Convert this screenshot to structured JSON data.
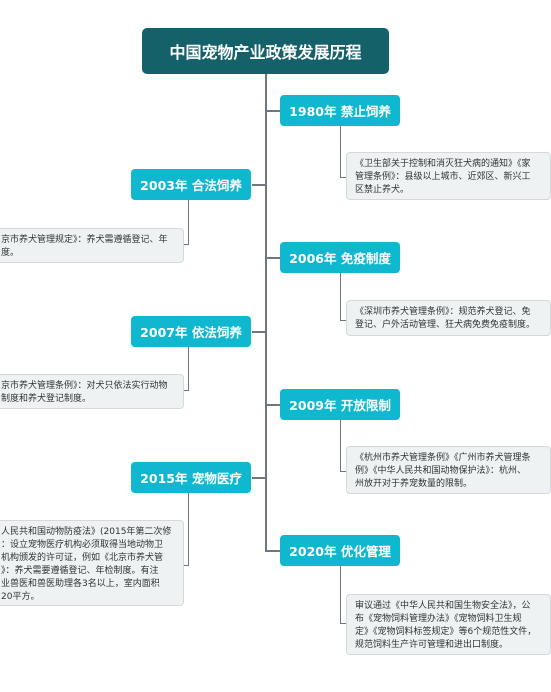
{
  "title": "中国宠物产业政策发展历程",
  "right_nodes": [
    {
      "label": "1980年  禁止饲养",
      "note": [
        "《卫生部关于控制和消灭狂犬病的通知》《家",
        "管理条例》：县级以上城市、近郊区、新兴工",
        "区禁止养犬。"
      ]
    },
    {
      "label": "2006年 免疫制度",
      "note": [
        "《深圳市养犬管理条例》：规范养犬登记、免",
        "登记、户外活动管理、狂犬病免费免疫制度。"
      ]
    },
    {
      "label": "2009年  开放限制",
      "note": [
        "《杭州市养犬管理条例》《广州市养犬管理条",
        "例》《中华人民共和国动物保护法》：杭州、",
        "州放开对于养宠数量的限制。"
      ]
    },
    {
      "label": "2020年  优化管理",
      "note": [
        "审议通过《中华人民共和国生物安全法》，公",
        "布《宠物饲料管理办法》《宠物饲料卫生规",
        "定》《宠物饲料标签规定》等6个规范性文件，",
        "规范饲料生产许可管理和进出口制度。"
      ]
    }
  ],
  "left_nodes": [
    {
      "label": "2003年 合法饲养",
      "note": [
        "京市养犬管理规定》：养犬需遵循登记、年",
        "度。"
      ]
    },
    {
      "label": "2007年  依法饲养",
      "note": [
        "京市养犬管理条例》：对犬只依法实行动物",
        "制度和养犬登记制度。"
      ]
    },
    {
      "label": "2015年  宠物医疗",
      "note": [
        "人民共和国动物防疫法》(2015年第二次修",
        "：设立宠物医疗机构必须取得当地动物卫",
        "机构颁发的许可证，例如《北京市养犬管",
        "》：养犬需要遵循登记、年检制度。有注",
        "业兽医和兽医助理各3名以上，室内面积",
        "20平方。"
      ]
    }
  ]
}
